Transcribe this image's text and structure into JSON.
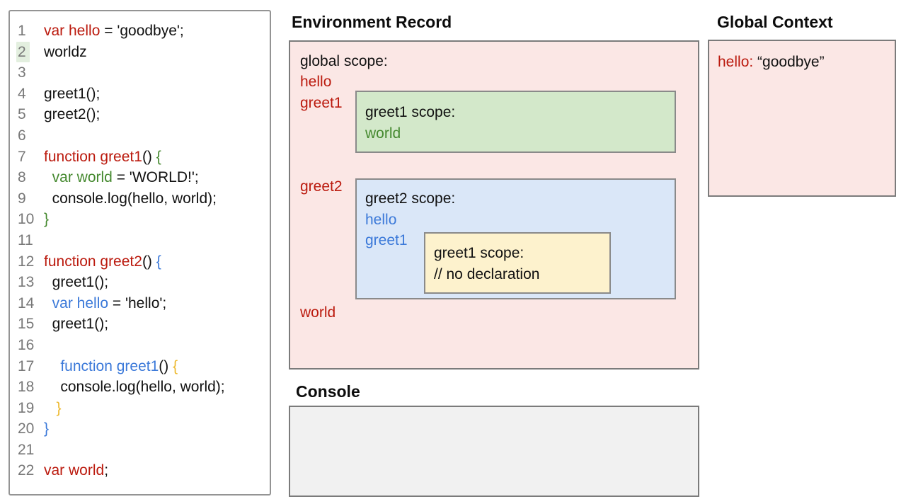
{
  "editor": {
    "lines": [
      {
        "n": "1",
        "segments": [
          {
            "t": "var hello",
            "c": "red"
          },
          {
            "t": " = 'goodbye';",
            "c": "black"
          }
        ]
      },
      {
        "n": "2",
        "highlight": true,
        "segments": [
          {
            "t": "worldz",
            "c": "black"
          }
        ]
      },
      {
        "n": "3",
        "segments": []
      },
      {
        "n": "4",
        "segments": [
          {
            "t": "greet1();",
            "c": "black"
          }
        ]
      },
      {
        "n": "5",
        "segments": [
          {
            "t": "greet2();",
            "c": "black"
          }
        ]
      },
      {
        "n": "6",
        "segments": []
      },
      {
        "n": "7",
        "segments": [
          {
            "t": "function greet1",
            "c": "red"
          },
          {
            "t": "() ",
            "c": "black"
          },
          {
            "t": "{",
            "c": "green"
          }
        ]
      },
      {
        "n": "8",
        "segments": [
          {
            "t": "  ",
            "c": "black"
          },
          {
            "t": "var world",
            "c": "green"
          },
          {
            "t": " = 'WORLD!';",
            "c": "black"
          }
        ]
      },
      {
        "n": "9",
        "segments": [
          {
            "t": "  console.log(hello, world);",
            "c": "black"
          }
        ]
      },
      {
        "n": "10",
        "segments": [
          {
            "t": "}",
            "c": "green"
          }
        ]
      },
      {
        "n": "11",
        "segments": []
      },
      {
        "n": "12",
        "segments": [
          {
            "t": "function greet2",
            "c": "red"
          },
          {
            "t": "() ",
            "c": "black"
          },
          {
            "t": "{",
            "c": "blue"
          }
        ]
      },
      {
        "n": "13",
        "segments": [
          {
            "t": "  greet1();",
            "c": "black"
          }
        ]
      },
      {
        "n": "14",
        "segments": [
          {
            "t": "  ",
            "c": "black"
          },
          {
            "t": "var hello",
            "c": "blue"
          },
          {
            "t": " = 'hello';",
            "c": "black"
          }
        ]
      },
      {
        "n": "15",
        "segments": [
          {
            "t": "  greet1();",
            "c": "black"
          }
        ]
      },
      {
        "n": "16",
        "segments": []
      },
      {
        "n": "17",
        "segments": [
          {
            "t": "    ",
            "c": "black"
          },
          {
            "t": "function greet1",
            "c": "blue"
          },
          {
            "t": "() ",
            "c": "black"
          },
          {
            "t": "{",
            "c": "yellow"
          }
        ]
      },
      {
        "n": "18",
        "segments": [
          {
            "t": "    console.log(hello, world);",
            "c": "black"
          }
        ]
      },
      {
        "n": "19",
        "segments": [
          {
            "t": "   ",
            "c": "black"
          },
          {
            "t": "}",
            "c": "yellow"
          }
        ]
      },
      {
        "n": "20",
        "segments": [
          {
            "t": "}",
            "c": "blue"
          }
        ]
      },
      {
        "n": "21",
        "segments": []
      },
      {
        "n": "22",
        "segments": [
          {
            "t": "var world",
            "c": "red"
          },
          {
            "t": ";",
            "c": "black"
          }
        ]
      }
    ]
  },
  "environment": {
    "title": "Environment Record",
    "global_scope_label": "global scope:",
    "global_vars": [
      "hello",
      "greet1",
      "greet2",
      "world"
    ],
    "greet1_scope": {
      "label": "greet1 scope:",
      "vars": [
        "world"
      ]
    },
    "greet2_scope": {
      "label": "greet2 scope:",
      "vars": [
        "hello",
        "greet1"
      ]
    },
    "inner_greet1_scope": {
      "label": "greet1 scope:",
      "comment": "// no declaration"
    }
  },
  "global_context": {
    "title": "Global Context",
    "entry": {
      "key": "hello:",
      "value": "“goodbye”"
    }
  },
  "console_panel": {
    "title": "Console",
    "entries": []
  },
  "colors": {
    "keyword_red": "#bb1a0e",
    "scope_green": "#45892f",
    "scope_blue": "#3b79d9",
    "scope_yellow": "#edb92e",
    "pink_bg": "#fbe7e5",
    "green_bg": "#d3e8ca",
    "blue_bg": "#dae7f8",
    "yellow_bg": "#fdf2cd",
    "console_bg": "#f1f1f1",
    "line_number_gray": "#787878",
    "line_highlight_green": "#e3efdf"
  }
}
